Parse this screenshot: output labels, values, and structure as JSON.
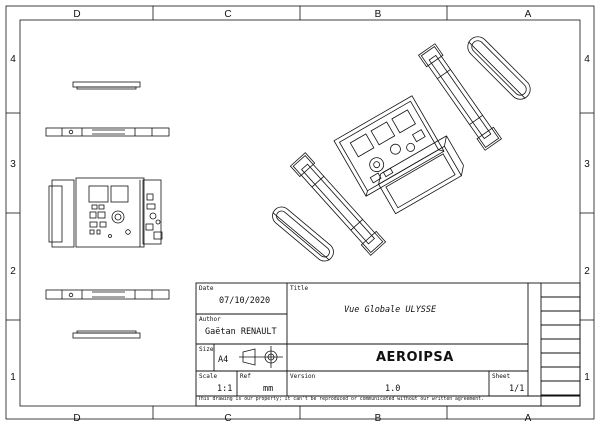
{
  "zones": {
    "top": [
      "D",
      "C",
      "B",
      "A"
    ],
    "bottom": [
      "D",
      "C",
      "B",
      "A"
    ],
    "left": [
      "4",
      "3",
      "2",
      "1"
    ],
    "right": [
      "4",
      "3",
      "2",
      "1"
    ]
  },
  "title_block": {
    "date_label": "Date",
    "date_value": "07/10/2020",
    "author_label": "Author",
    "author_value": "Gaëtan RENAULT",
    "size_label": "Size",
    "size_value": "A4",
    "title_label": "Title",
    "title_value": "Vue Globale ULYSSE",
    "logo_text": "AEROIPSA",
    "scale_label": "Scale",
    "scale_value": "1:1",
    "ref_label": "Ref",
    "ref_value": "mm",
    "version_label": "Version",
    "version_value": "1.0",
    "sheet_label": "Sheet",
    "sheet_value": "1/1",
    "disclaimer": "This drawing is our property; it can't be reproduced or communicated without our written agreement."
  }
}
